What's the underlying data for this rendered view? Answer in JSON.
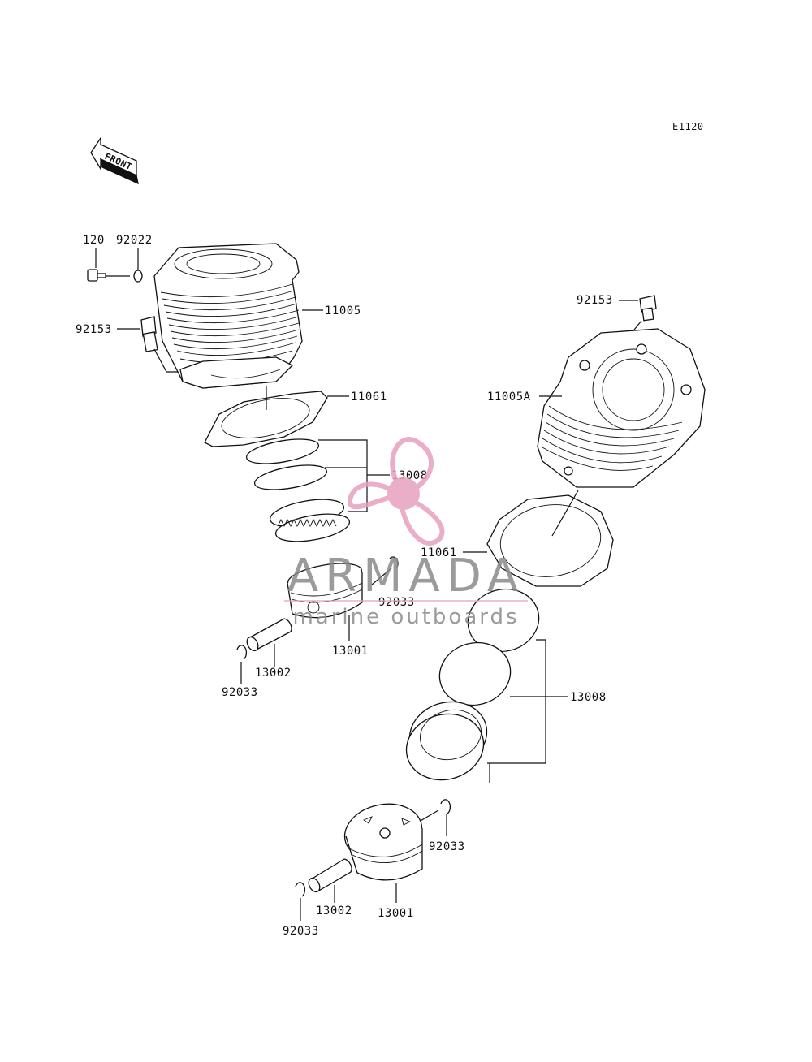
{
  "diagram_code": "E1120",
  "front_label": "FRONT",
  "labels": {
    "l_120": "120",
    "l_92022": "92022",
    "l_92153_a": "92153",
    "l_11005": "11005",
    "l_11061_a": "11061",
    "l_13008_a": "13008",
    "l_92033_a": "92033",
    "l_13001_a": "13001",
    "l_13002_a": "13002",
    "l_92033_b": "92033",
    "l_92153_b": "92153",
    "l_11005A": "11005A",
    "l_11061_b": "11061",
    "l_13008_b": "13008",
    "l_92033_c": "92033",
    "l_13002_b": "13002",
    "l_13001_b": "13001",
    "l_92033_d": "92033"
  },
  "watermark": {
    "brand": "ARMADA",
    "tagline": "marine outboards",
    "logo_color": "#e8a0bf"
  },
  "colors": {
    "line": "#111111",
    "watermark_text": "#8a8a8a"
  }
}
